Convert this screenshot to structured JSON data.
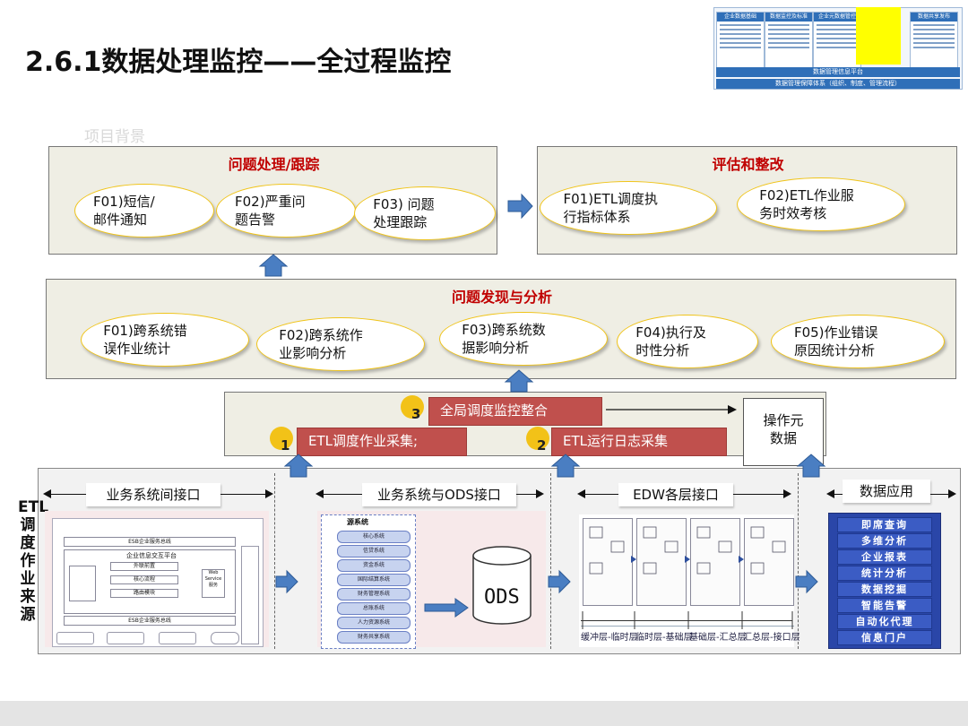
{
  "title": "2.6.1数据处理监控——全过程监控",
  "watermark": "项目背景",
  "thumbnail": {
    "tabs": [
      "企业数据基础",
      "数据监控及标准",
      "企业元数据管控",
      "",
      "数据共享发布"
    ],
    "platform_bar": "数据管理信息平台",
    "system_bar": "数据管理保障体系（组织、制度、管理流程）"
  },
  "panels": {
    "issue_handling": {
      "title": "问题处理/跟踪",
      "items": [
        "F01)短信/\n邮件通知",
        "F02)严重问\n题告警",
        "F03) 问题\n处理跟踪"
      ]
    },
    "evaluation": {
      "title": "评估和整改",
      "items": [
        "F01)ETL调度执\n行指标体系",
        "F02)ETL作业服\n务时效考核"
      ]
    },
    "discovery": {
      "title": "问题发现与分析",
      "items": [
        "F01)跨系统错\n误作业统计",
        "F02)跨系统作\n业影响分析",
        "F03)跨系统数\n据影响分析",
        "F04)执行及\n时性分析",
        "F05)作业错误\n原因统计分析"
      ]
    },
    "collection": {
      "global": {
        "num": "3",
        "label": "全局调度监控整合"
      },
      "etl_job": {
        "num": "1",
        "label": "ETL调度作业采集;"
      },
      "etl_log": {
        "num": "2",
        "label": "ETL运行日志采集"
      },
      "op_meta": "操作元\n数据"
    }
  },
  "bottom": {
    "side_label": "ETL调度作业来源",
    "sections": [
      "业务系统间接口",
      "业务系统与ODS接口",
      "EDW各层接口",
      "数据应用"
    ],
    "ods_label": "ODS",
    "source_system_header": "源系统",
    "source_systems": [
      "核心系统",
      "信贷系统",
      "资金系统",
      "国际结算系统",
      "财务管理系统",
      "总账系统",
      "人力资源系统",
      "财务共享系统"
    ],
    "edw_layers": [
      "缓冲层-临时层",
      "临时层-基础层",
      "基础层-汇总层",
      "汇总层-接口层"
    ],
    "data_apps": [
      "即席查询",
      "多维分析",
      "企业报表",
      "统计分析",
      "数据挖掘",
      "智能告警",
      "自动化代理",
      "信息门户"
    ],
    "esb_labels": [
      "ESB企业服务总线",
      "企业信息交互平台",
      "外联前置",
      "核心流程",
      "路由模块",
      "Web Service 服务",
      "ESB企业服务总线"
    ]
  },
  "colors": {
    "accent_red": "#c00000",
    "arrow_blue": "#4a7ec2",
    "badge_yellow": "#f2c218",
    "box_red": "#c0504d"
  }
}
